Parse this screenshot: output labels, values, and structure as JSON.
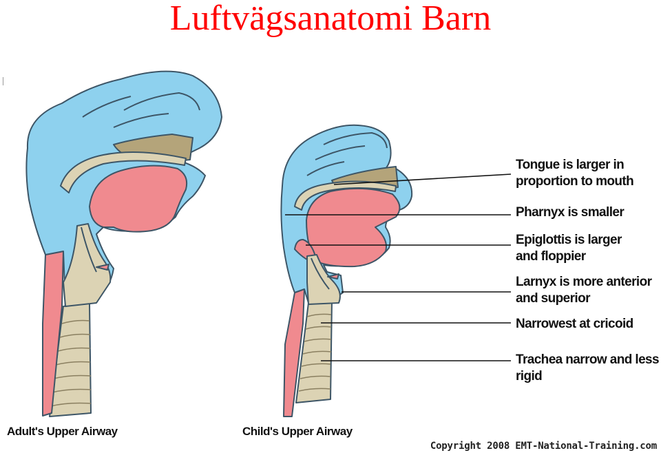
{
  "title": "Luftvägsanatomi Barn",
  "labels": [
    {
      "id": "tongue",
      "line1": "Tongue is larger in",
      "line2": "proportion to mouth"
    },
    {
      "id": "pharynx",
      "line1": "Pharnyx is smaller",
      "line2": ""
    },
    {
      "id": "epiglottis",
      "line1": "Epiglottis is larger",
      "line2": "and floppier"
    },
    {
      "id": "larynx",
      "line1": "Larnyx is more anterior",
      "line2": "and superior"
    },
    {
      "id": "cricoid",
      "line1": "Narrowest at cricoid",
      "line2": ""
    },
    {
      "id": "trachea",
      "line1": "Trachea narrow and less",
      "line2": "rigid"
    }
  ],
  "captions": {
    "adult": "Adult's Upper Airway",
    "child": "Child's Upper Airway"
  },
  "copyright": "Copyright 2008 EMT-National-Training.com",
  "colors": {
    "title": "#ff0000",
    "airway_blue": "#8ed1ee",
    "tongue_pink": "#f08a8f",
    "bone_beige": "#dcd3b4",
    "palate_brown": "#b4a47a",
    "outline": "#3d5566"
  }
}
